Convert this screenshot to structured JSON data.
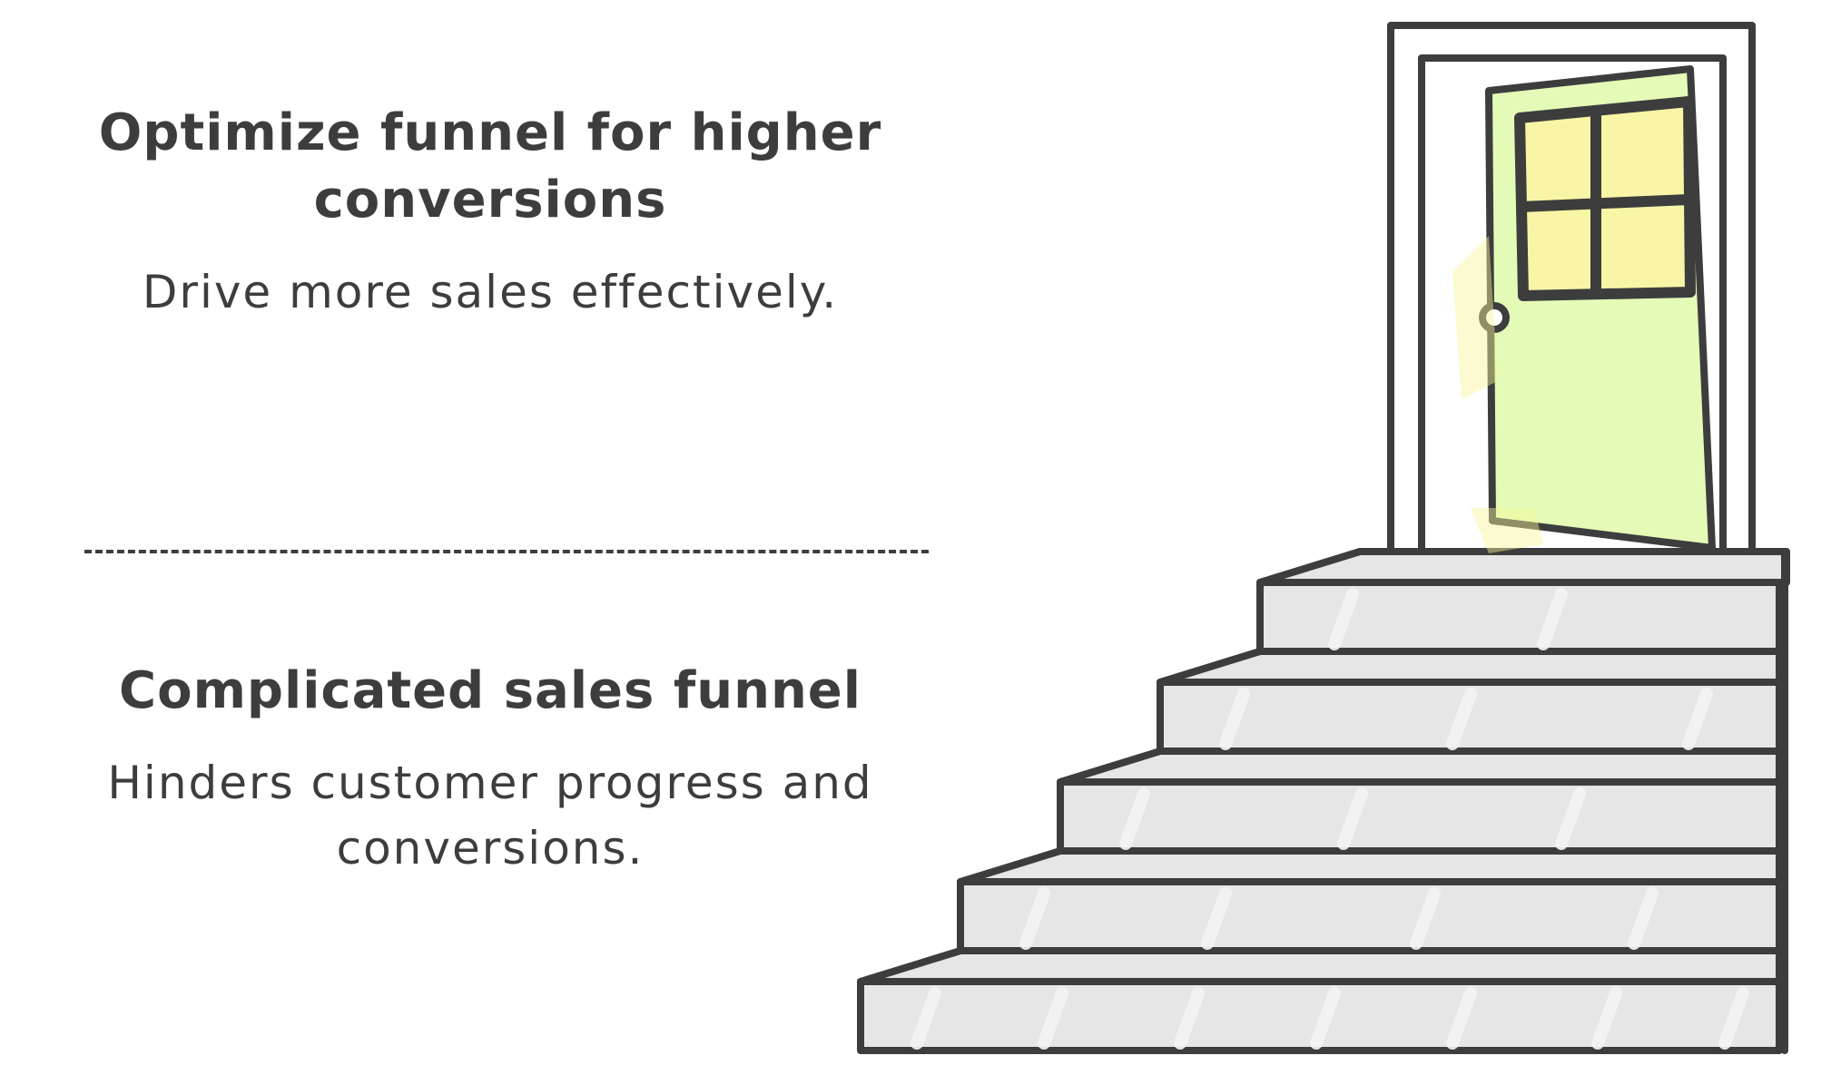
{
  "upper_section": {
    "title": "Optimize funnel for higher conversions",
    "description": "Drive more sales effectively."
  },
  "lower_section": {
    "title": "Complicated sales funnel",
    "description": "Hinders customer progress and conversions."
  },
  "illustration": {
    "door_icon": "open-door-icon",
    "stairs_icon": "staircase-icon",
    "colors": {
      "outline": "#3d3d3d",
      "step_fill": "#e6e6e6",
      "door_fill": "#e4fbb8",
      "window_fill": "#f8f6a6",
      "highlight": "#f6f59a"
    }
  }
}
